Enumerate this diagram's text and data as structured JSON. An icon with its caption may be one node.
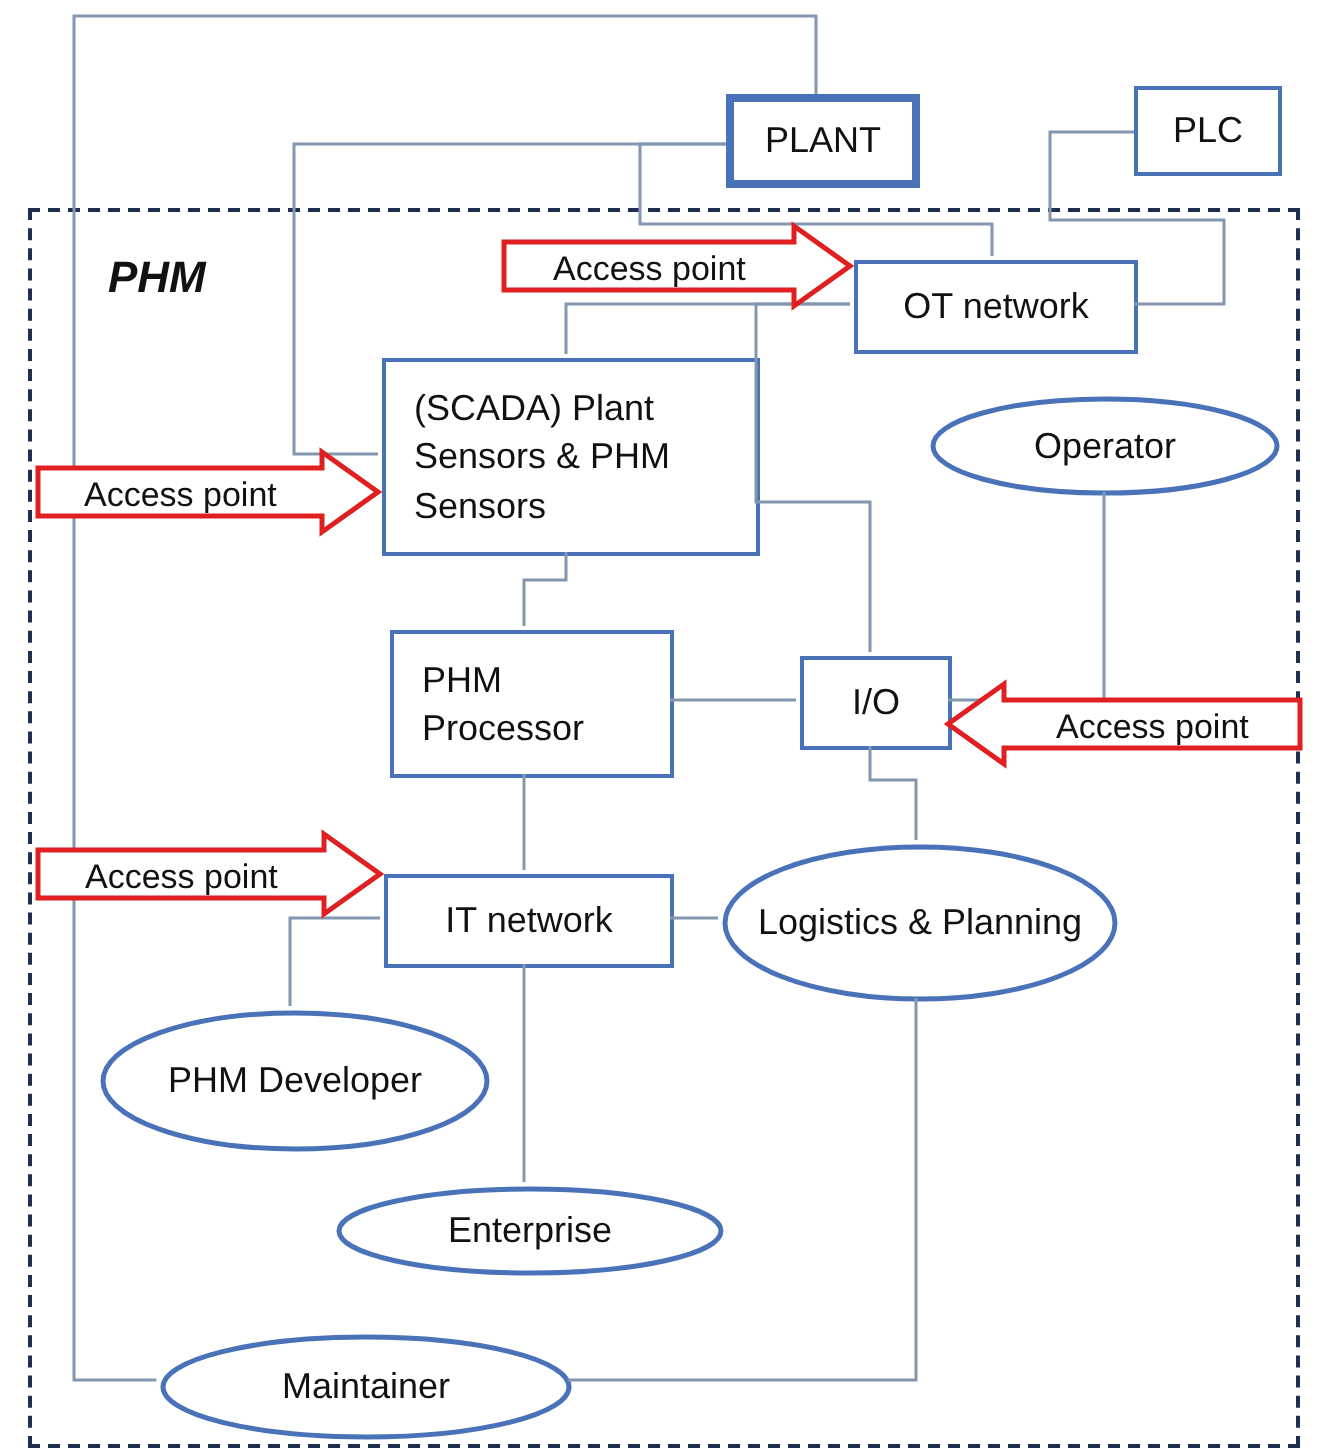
{
  "diagram": {
    "nodes": [
      {
        "text": [
          "PLANT"
        ]
      },
      {
        "text": [
          "PLC"
        ]
      },
      {
        "text": [
          "PHM"
        ]
      },
      {
        "text": [
          "OT network"
        ],
        "in": 2
      },
      {
        "text": [
          "(SCADA) Plant Sensors & PHM Sensors"
        ],
        "in": 2
      },
      {
        "text": [
          "Operator"
        ],
        "in": 2
      },
      {
        "text": [
          "PHM Processor"
        ],
        "in": 2
      },
      {
        "text": [
          "I/O"
        ],
        "in": 2
      },
      {
        "text": [
          "IT network"
        ],
        "in": 2
      },
      {
        "text": [
          "Logistics & Planning"
        ],
        "in": 2
      },
      {
        "text": [
          "PHM Developer"
        ],
        "in": 2
      },
      {
        "text": [
          "Enterprise"
        ],
        "in": 2
      },
      {
        "text": [
          "Maintainer"
        ],
        "in": 2
      }
    ],
    "edges": [
      {
        "from": 0,
        "to": 12,
        "arrow": "none"
      },
      {
        "from": 0,
        "to": 4,
        "arrow": "none"
      },
      {
        "from": 0,
        "to": 3,
        "arrow": "none"
      },
      {
        "from": 1,
        "to": 3,
        "arrow": "none"
      },
      {
        "from": 3,
        "to": 4,
        "arrow": "none"
      },
      {
        "from": 3,
        "to": 7,
        "arrow": "none"
      },
      {
        "from": 4,
        "to": 6,
        "arrow": "none"
      },
      {
        "from": 6,
        "to": 7,
        "arrow": "none"
      },
      {
        "from": 5,
        "to": 7,
        "arrow": "none"
      },
      {
        "from": 7,
        "to": 9,
        "arrow": "none"
      },
      {
        "from": 6,
        "to": 8,
        "arrow": "none"
      },
      {
        "from": 8,
        "to": 10,
        "arrow": "none"
      },
      {
        "from": 8,
        "to": 9,
        "arrow": "none"
      },
      {
        "from": 8,
        "to": 11,
        "arrow": "none"
      },
      {
        "from": 9,
        "to": 12,
        "arrow": "none"
      },
      {
        "from": null,
        "to": 3,
        "arrow": "to",
        "label": "Access point",
        "style": "thick",
        "color": "#e02020"
      },
      {
        "from": null,
        "to": 4,
        "arrow": "to",
        "label": "Access point",
        "style": "thick",
        "color": "#e02020"
      },
      {
        "from": null,
        "to": 7,
        "arrow": "to",
        "label": "Access point",
        "style": "thick",
        "color": "#e02020"
      },
      {
        "from": null,
        "to": 8,
        "arrow": "to",
        "label": "Access point",
        "style": "thick",
        "color": "#e02020"
      }
    ]
  }
}
